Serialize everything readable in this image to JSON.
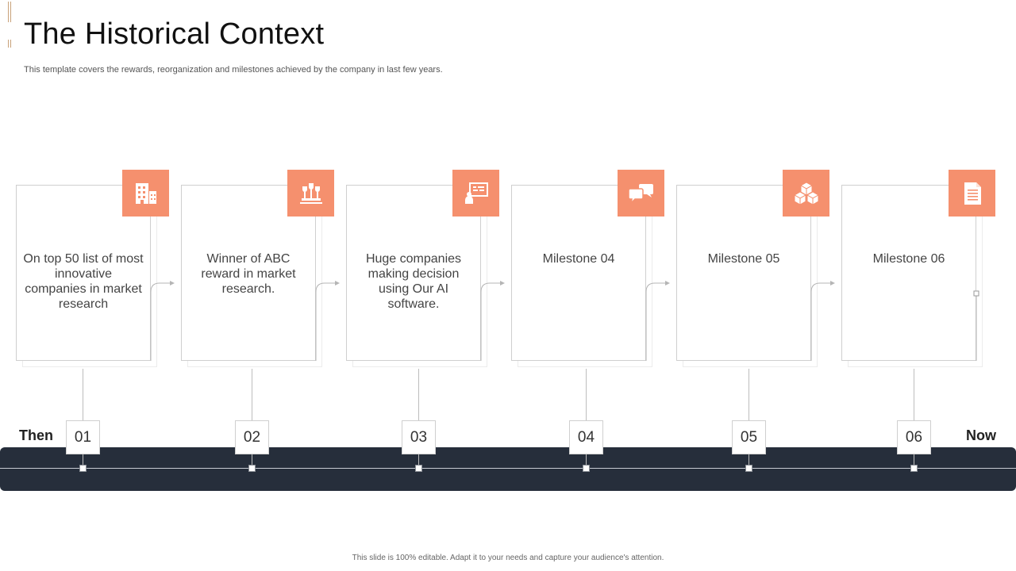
{
  "slide": {
    "title": "The Historical Context",
    "subtitle": "This template covers the rewards, reorganization and milestones achieved by the company in last few years.",
    "footer": "This slide is 100% editable. Adapt it to your needs and capture your audience's attention."
  },
  "timeline": {
    "start_label": "Then",
    "end_label": "Now",
    "steps": [
      {
        "number": "01",
        "text": "On top 50 list of most innovative companies in market research",
        "icon": "office-building-icon"
      },
      {
        "number": "02",
        "text": "Winner of ABC reward in market research.",
        "icon": "trophies-icon"
      },
      {
        "number": "03",
        "text": "Huge companies making decision using Our AI software.",
        "icon": "presentation-icon"
      },
      {
        "number": "04",
        "text": "Milestone 04",
        "icon": "chat-bubbles-icon"
      },
      {
        "number": "05",
        "text": "Milestone 05",
        "icon": "cubes-icon"
      },
      {
        "number": "06",
        "text": "Milestone 06",
        "icon": "document-icon"
      }
    ]
  },
  "colors": {
    "accent": "#f5906e",
    "bar": "#262e3b"
  }
}
